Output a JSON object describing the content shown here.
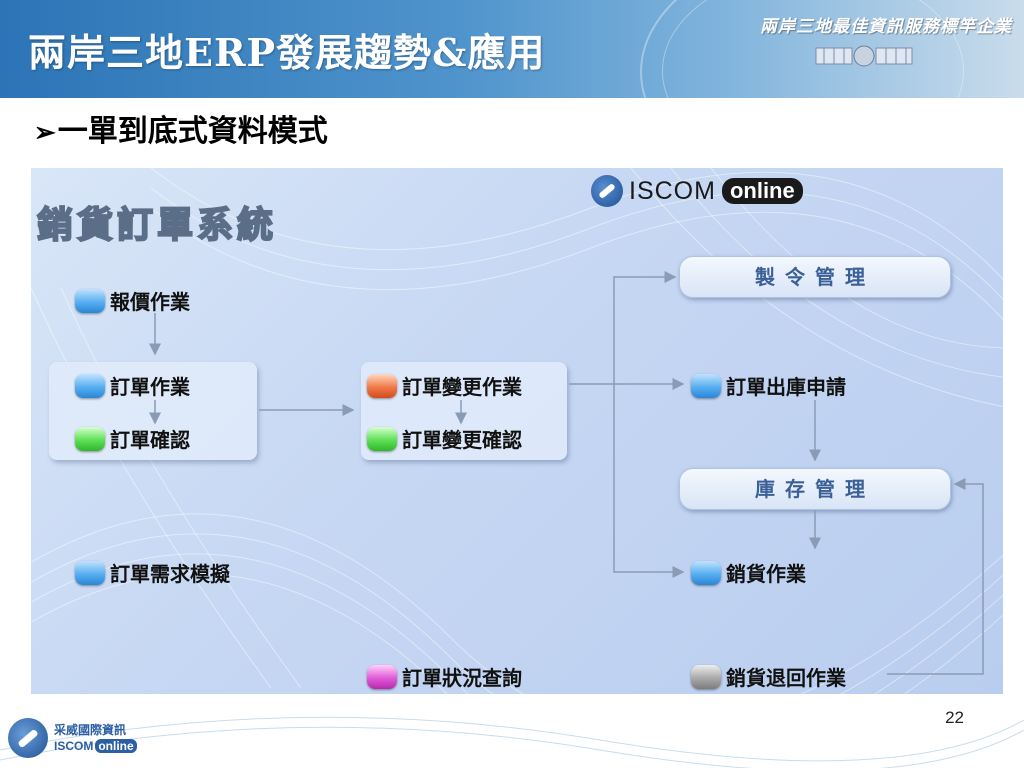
{
  "header": {
    "title": "兩岸三地ERP發展趨勢&應用",
    "tagline": "兩岸三地最佳資訊服務標竿企業"
  },
  "subheading": {
    "arrow": "➢",
    "text": "一單到底式資料模式"
  },
  "diagram": {
    "title": "銷貨訂單系統",
    "brand": {
      "word": "ISCOM",
      "badge": "online"
    },
    "managers": {
      "production": "製令管理",
      "inventory": "庫存管理"
    },
    "nodes": {
      "quotation": "報價作業",
      "order_entry": "訂單作業",
      "order_confirm": "訂單確認",
      "change_order": "訂單變更作業",
      "change_confirm": "訂單變更確認",
      "outbound_request": "訂單出庫申請",
      "sales_entry": "銷貨作業",
      "demand_simulation": "訂單需求模擬",
      "status_query": "訂單狀況查詢",
      "sales_return": "銷貨退回作業"
    }
  },
  "footer": {
    "company": "采威國際資訊",
    "brand": "ISCOM",
    "brand_badge": "online",
    "page_number": "22"
  }
}
